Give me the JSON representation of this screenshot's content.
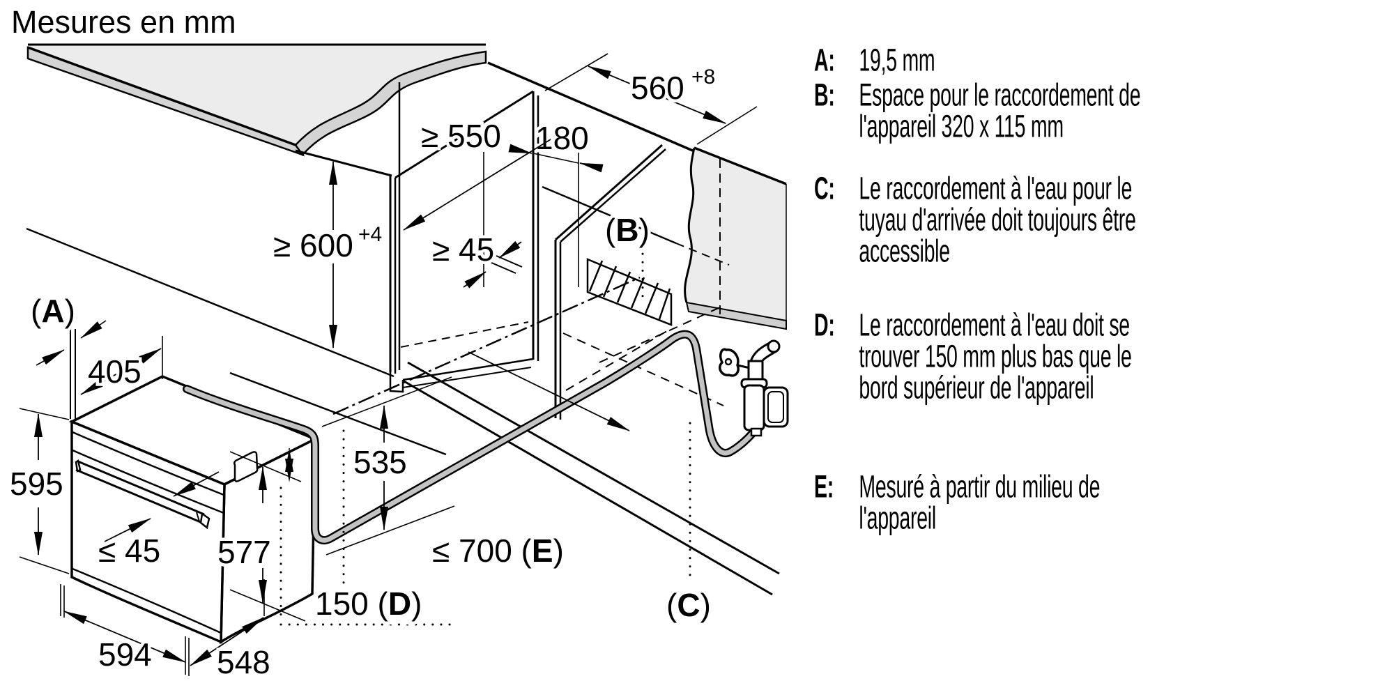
{
  "title": "Mesures en mm",
  "colors": {
    "line": "#000000",
    "slab_fill": "#ececec",
    "slab_edge": "#d4d4d4",
    "slab_edge_dark": "#cfcfcf",
    "hose_gray": "#c3c3c3",
    "background": "#ffffff"
  },
  "dims": {
    "w560": {
      "v": "560",
      "sup": "+8"
    },
    "w180": "180",
    "depth550": "≥ 550",
    "h600": {
      "v": "≥ 600",
      "sup": "+4"
    },
    "gap45": "≥ 45",
    "a_label": {
      "pre": "(",
      "k": "A",
      "post": ")"
    },
    "top405": "405",
    "h595": "595",
    "handle45": "≤ 45",
    "h577": "577",
    "h535": "535",
    "w594": "594",
    "d548": "548",
    "d150": {
      "pre": "150 (",
      "k": "D",
      "post": ")"
    },
    "e700": {
      "pre": "≤ 700 (",
      "k": "E",
      "post": ")"
    },
    "b_label": {
      "pre": "(",
      "k": "B",
      "post": ")"
    },
    "c_label": {
      "pre": "(",
      "k": "C",
      "post": ")"
    }
  },
  "legend": {
    "items": [
      {
        "key": "A:",
        "lines": [
          "19,5 mm"
        ]
      },
      {
        "key": "B:",
        "lines": [
          "Espace pour le raccordement de",
          "l'appareil 320 x 115 mm"
        ]
      },
      {
        "key": "C:",
        "lines": [
          "Le raccordement à l'eau pour le",
          "tuyau d'arrivée doit toujours être",
          "accessible"
        ]
      },
      {
        "key": "D:",
        "lines": [
          "Le raccordement à l'eau doit se",
          "trouver 150 mm plus bas que le",
          "bord supérieur de l'appareil"
        ]
      },
      {
        "key": "E:",
        "lines": [
          "Mesuré à partir du milieu de",
          "l'appareil"
        ]
      }
    ]
  }
}
